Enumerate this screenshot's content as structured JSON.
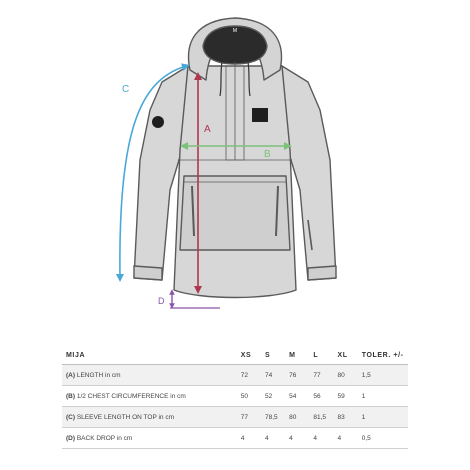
{
  "illustration": {
    "hood_tag": "M",
    "measure_labels": {
      "a": "A",
      "b": "B",
      "c": "C",
      "d": "D"
    },
    "colors": {
      "a": "#b0364f",
      "b": "#7cc27a",
      "c": "#4aa8d8",
      "d": "#8a55a8",
      "jacket_fill": "#d7d7d7",
      "jacket_outline": "#5a5a5a"
    }
  },
  "table": {
    "model": "MIJA",
    "sizes": [
      "XS",
      "S",
      "M",
      "L",
      "XL"
    ],
    "tolerance_header": "TOLER. +/-",
    "rows": [
      {
        "code": "(A)",
        "name": "LENGTH in cm",
        "values": [
          "72",
          "74",
          "76",
          "77",
          "80"
        ],
        "tolerance": "1,5"
      },
      {
        "code": "(B)",
        "name": "1/2 CHEST CIRCUMFERENCE in cm",
        "values": [
          "50",
          "52",
          "54",
          "56",
          "59"
        ],
        "tolerance": "1"
      },
      {
        "code": "(C)",
        "name": "SLEEVE LENGTH ON TOP in cm",
        "values": [
          "77",
          "78,5",
          "80",
          "81,5",
          "83"
        ],
        "tolerance": "1"
      },
      {
        "code": "(D)",
        "name": "BACK DROP in cm",
        "values": [
          "4",
          "4",
          "4",
          "4",
          "4"
        ],
        "tolerance": "0,5"
      }
    ]
  }
}
